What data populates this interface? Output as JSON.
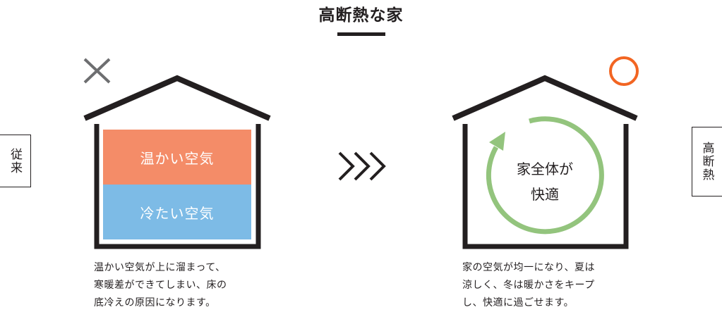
{
  "title": "高断熱な家",
  "left": {
    "side_label": "従来",
    "mark": "cross-icon",
    "warm_label": "温かい空気",
    "cold_label": "冷たい空気",
    "caption": [
      "温かい空気が上に溜まって、",
      "寒暖差ができてしまい、床の",
      "底冷えの原因になります。"
    ]
  },
  "right": {
    "side_label": "高断熱",
    "mark": "circle-icon",
    "center_label": [
      "家全体が",
      "快適"
    ],
    "caption": [
      "家の空気が均一になり、夏は",
      "涼しく、冬は暖かさをキープ",
      "し、快適に過ごせます。"
    ]
  },
  "colors": {
    "warm": "#f48c68",
    "cold": "#7dbbe6",
    "circulation": "#93c47d",
    "good": "#f26522",
    "bad": "#6d6e70",
    "line": "#231f20"
  }
}
